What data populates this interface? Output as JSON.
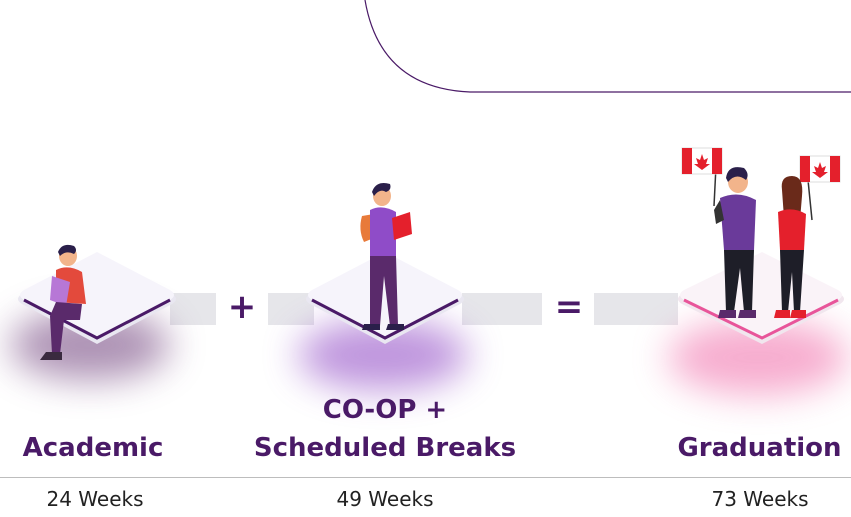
{
  "stages": [
    {
      "title": "Academic",
      "weeks": "24 Weeks",
      "figure_icon": "student-reading-icon"
    },
    {
      "title": "CO-OP +\nScheduled Breaks",
      "title_line1": "CO-OP +",
      "title_line2": "Scheduled Breaks",
      "weeks": "49 Weeks",
      "figure_icon": "student-walking-book-icon"
    },
    {
      "title": "Graduation",
      "weeks": "73 Weeks",
      "figure_icon": "graduates-canada-flags-icon"
    }
  ],
  "operators": {
    "plus": "+",
    "equals": "="
  },
  "colors": {
    "title": "#4a1a67",
    "platform_top": "#f3f1f8",
    "academic_shadow": "#6b3a78",
    "coop_shadow": "#8a3fc2",
    "graduation_shadow": "#f06aa8",
    "connector": "#e6e6ea",
    "flag_red": "#e4202c"
  }
}
